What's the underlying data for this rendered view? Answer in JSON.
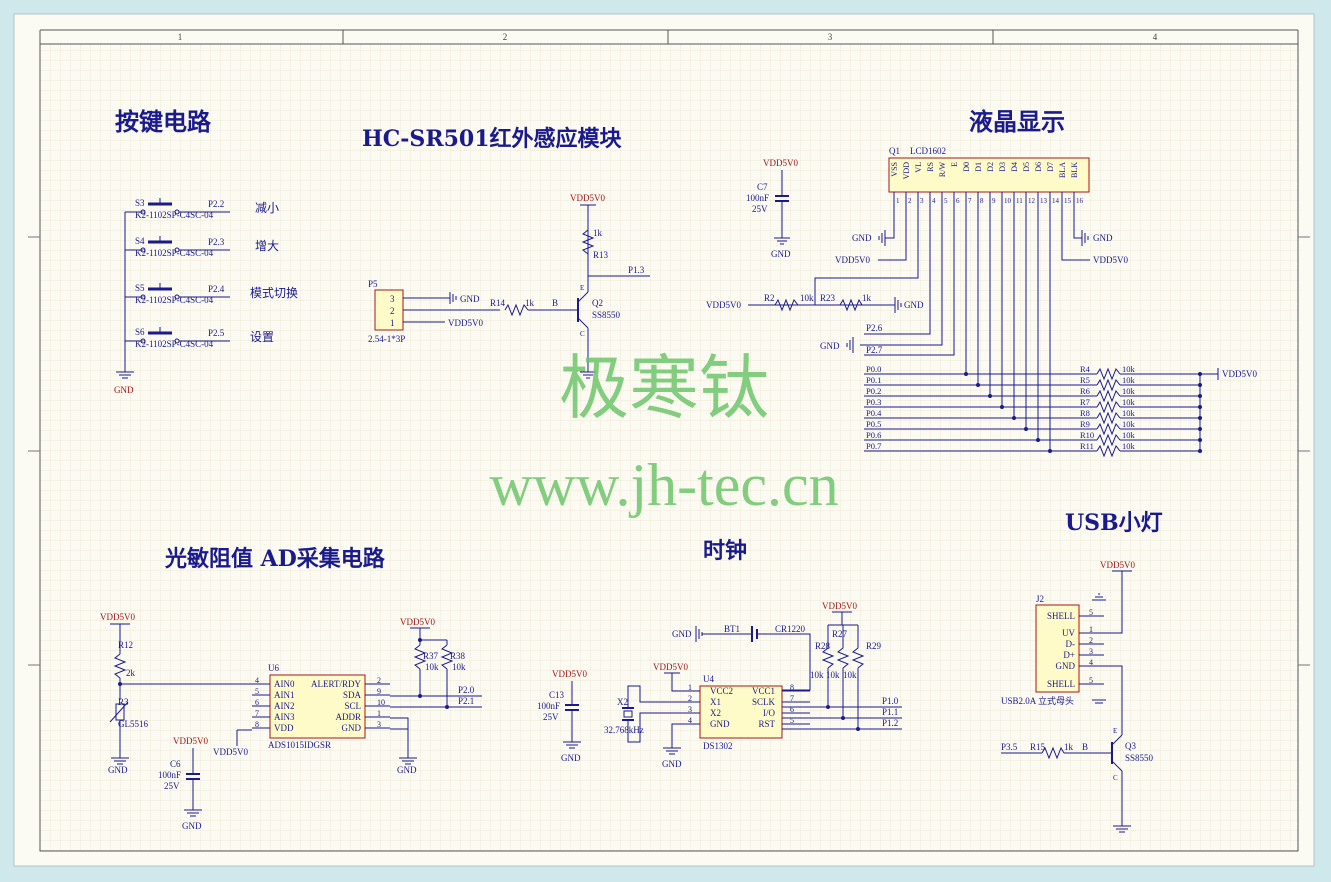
{
  "border_labels": {
    "cols": [
      "1",
      "2",
      "3",
      "4"
    ]
  },
  "sections": {
    "keys": "按键电路",
    "pir": "HC-SR501红外感应模块",
    "lcd": "液晶显示",
    "adc": "光敏阻值 AD采集电路",
    "clock": "时钟",
    "usb": "USB小灯"
  },
  "watermark": {
    "cn": "极寒钛",
    "url": "www.jh-tec.cn"
  },
  "keys": {
    "part": "K2-1102SP-C4SC-04",
    "gnd": "GND",
    "items": [
      {
        "ref": "S3",
        "net": "P2.2",
        "desc": "减小"
      },
      {
        "ref": "S4",
        "net": "P2.3",
        "desc": "增大"
      },
      {
        "ref": "S5",
        "net": "P2.4",
        "desc": "模式切换"
      },
      {
        "ref": "S6",
        "net": "P2.5",
        "desc": "设置"
      }
    ]
  },
  "pir": {
    "conn_ref": "P5",
    "conn_part": "2.54-1*3P",
    "pins": [
      "3",
      "2",
      "1"
    ],
    "gnd": "GND",
    "vdd": "VDD5V0",
    "vdd_top": "VDD5V0",
    "r13": "R13",
    "r13_val": "1k",
    "r14": "R14",
    "r14_val": "1k",
    "q2": "Q2",
    "q2_part": "SS8550",
    "out_net": "P1.3",
    "pin_b": "B",
    "pin_e": "E",
    "pin_c": "C"
  },
  "lcd": {
    "ref": "Q1",
    "part": "LCD1602",
    "pin_names": [
      "VSS",
      "VDD",
      "VL",
      "RS",
      "R/W",
      "E",
      "D0",
      "D1",
      "D2",
      "D3",
      "D4",
      "D5",
      "D6",
      "D7",
      "BLA",
      "BLK"
    ],
    "pin_nums": [
      "1",
      "2",
      "3",
      "4",
      "5",
      "6",
      "7",
      "8",
      "9",
      "10",
      "11",
      "12",
      "13",
      "14",
      "15",
      "16"
    ],
    "gnd_left": "GND",
    "vdd_left": "VDD5V0",
    "gnd_right": "GND",
    "vdd_right": "VDD5V0",
    "vdd_r2": "VDD5V0",
    "r2": "R2",
    "r2_val": "10k",
    "r23": "R23",
    "r23_val": "1k",
    "gnd_r23": "GND",
    "rs_net": "P2.6",
    "e_net": "P2.7",
    "gnd_e": "GND",
    "data_nets": [
      "P0.0",
      "P0.1",
      "P0.2",
      "P0.3",
      "P0.4",
      "P0.5",
      "P0.6",
      "P0.7"
    ],
    "pullups": [
      "R4",
      "R5",
      "R6",
      "R7",
      "R8",
      "R9",
      "R10",
      "R11"
    ],
    "pullup_val": "10k",
    "pullup_vdd": "VDD5V0",
    "c7": "C7",
    "c7_vdd": "VDD5V0",
    "c7_val": "100nF",
    "c7_volt": "25V",
    "c7_gnd": "GND"
  },
  "adc": {
    "vdd_top": "VDD5V0",
    "r12": "R12",
    "r12_val": "2k",
    "r3": "R3",
    "r3_part": "GL5516",
    "gnd_r3": "GND",
    "u6": "U6",
    "u6_part": "ADS1015IDGSR",
    "left_pins": [
      {
        "num": "4",
        "name": "AIN0"
      },
      {
        "num": "5",
        "name": "AIN1"
      },
      {
        "num": "6",
        "name": "AIN2"
      },
      {
        "num": "7",
        "name": "AIN3"
      },
      {
        "num": "8",
        "name": "VDD"
      }
    ],
    "right_pins": [
      {
        "num": "2",
        "name": "ALERT/RDY"
      },
      {
        "num": "9",
        "name": "SDA"
      },
      {
        "num": "10",
        "name": "SCL"
      },
      {
        "num": "1",
        "name": "ADDR"
      },
      {
        "num": "3",
        "name": "GND"
      }
    ],
    "vdd_u6": "VDD5V0",
    "r37": "R37",
    "r37_val": "10k",
    "r38": "R38",
    "r38_val": "10k",
    "r_vdd": "VDD5V0",
    "sda_net": "P2.0",
    "scl_net": "P2.1",
    "gnd_u6": "GND",
    "c6": "C6",
    "c6_vdd": "VDD5V0",
    "c6_val": "100nF",
    "c6_volt": "25V",
    "c6_gnd": "GND"
  },
  "clock": {
    "c13": "C13",
    "c13_vdd": "VDD5V0",
    "c13_val": "100nF",
    "c13_volt": "25V",
    "c13_gnd": "GND",
    "bt1": "BT1",
    "bt1_part": "CR1220",
    "bt_gnd": "GND",
    "x2": "X2",
    "x2_val": "32.768kHz",
    "u4": "U4",
    "u4_part": "DS1302",
    "u4_vdd": "VDD5V0",
    "u4_gnd": "GND",
    "left_pins": [
      {
        "num": "1",
        "name": "VCC2"
      },
      {
        "num": "2",
        "name": "X1"
      },
      {
        "num": "3",
        "name": "X2"
      },
      {
        "num": "4",
        "name": "GND"
      }
    ],
    "right_pins": [
      {
        "num": "8",
        "name": "VCC1"
      },
      {
        "num": "7",
        "name": "SCLK"
      },
      {
        "num": "6",
        "name": "I/O"
      },
      {
        "num": "5",
        "name": "RST"
      }
    ],
    "r_vdd": "VDD5V0",
    "r27": "R27",
    "r28": "R28",
    "r29": "R29",
    "r_val": "10k",
    "nets": [
      "P1.0",
      "P1.1",
      "P1.2"
    ]
  },
  "usb": {
    "vdd": "VDD5V0",
    "j2": "J2",
    "j2_part": "USB2.0A 立式母头",
    "pins": [
      {
        "num": "5",
        "name": "SHELL"
      },
      {
        "num": "1",
        "name": "UV"
      },
      {
        "num": "2",
        "name": "D-"
      },
      {
        "num": "3",
        "name": "D+"
      },
      {
        "num": "4",
        "name": "GND"
      },
      {
        "num": "5",
        "name": "SHELL"
      }
    ],
    "r15": "R15",
    "r15_val": "1k",
    "in_net": "P3.5",
    "q3": "Q3",
    "q3_part": "SS8550",
    "pin_b": "B",
    "pin_e": "E",
    "pin_c": "C"
  }
}
